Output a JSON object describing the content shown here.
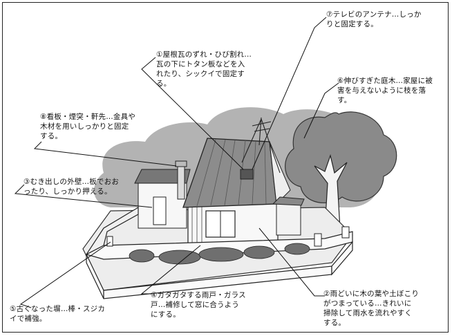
{
  "annotations": [
    {
      "id": "roof-tiles",
      "lines": [
        "①屋根瓦のずれ・ひび割れ…",
        "瓦の下にトタン板などを入",
        "れたり、シックイで固定す",
        "る。"
      ]
    },
    {
      "id": "tv-antenna",
      "lines": [
        "⑦テレビのアンテナ…しっか",
        "りと固定する。"
      ]
    },
    {
      "id": "garden-trees",
      "lines": [
        "⑥伸びすぎた庭木…家屋に被",
        "害を与えないように枝を落",
        "す。"
      ]
    },
    {
      "id": "signboard-chimney",
      "lines": [
        "⑧看板・煙突・軒先…金具や",
        "木材を用いしっかりと固定",
        "する。"
      ]
    },
    {
      "id": "exposed-wall",
      "lines": [
        "③むき出しの外壁…板でおお",
        "ったり、しっかり押える。"
      ]
    },
    {
      "id": "old-fence",
      "lines": [
        "⑤古くなった塀…棒・スジカ",
        "イで補強。"
      ]
    },
    {
      "id": "rain-shutters",
      "lines": [
        "④ガタガタする雨戸・ガラス",
        "戸…補修して窓に合うよう",
        "にする。"
      ]
    },
    {
      "id": "gutter",
      "lines": [
        "②雨どいに木の葉や土ぼこり",
        "がつまっている…きれいに",
        "掃除して雨水を流れやすく",
        "する。"
      ]
    }
  ]
}
